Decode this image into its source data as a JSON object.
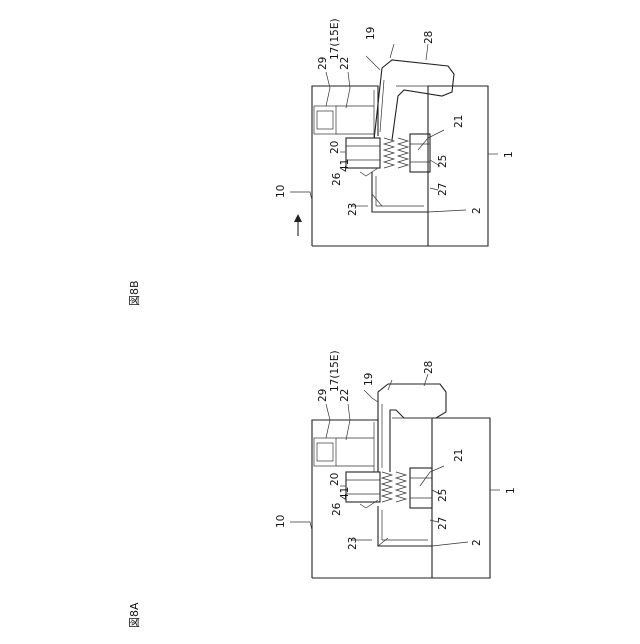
{
  "figure_8a": {
    "caption": "図8A",
    "labels": {
      "l1": "1",
      "l2": "2",
      "l10": "10",
      "l19": "19",
      "l20": "20",
      "l21": "21",
      "l22": "22",
      "l23": "23",
      "l25": "25",
      "l26": "26",
      "l27": "27",
      "l28": "28",
      "l29": "29",
      "l41": "41",
      "l17": "17(15E)"
    }
  },
  "figure_8b": {
    "caption": "図8B",
    "labels": {
      "l1": "1",
      "l2": "2",
      "l10": "10",
      "l19": "19",
      "l20": "20",
      "l21": "21",
      "l22": "22",
      "l23": "23",
      "l25": "25",
      "l26": "26",
      "l27": "27",
      "l28": "28",
      "l29": "29",
      "l41": "41",
      "l17": "17(15E)"
    }
  }
}
